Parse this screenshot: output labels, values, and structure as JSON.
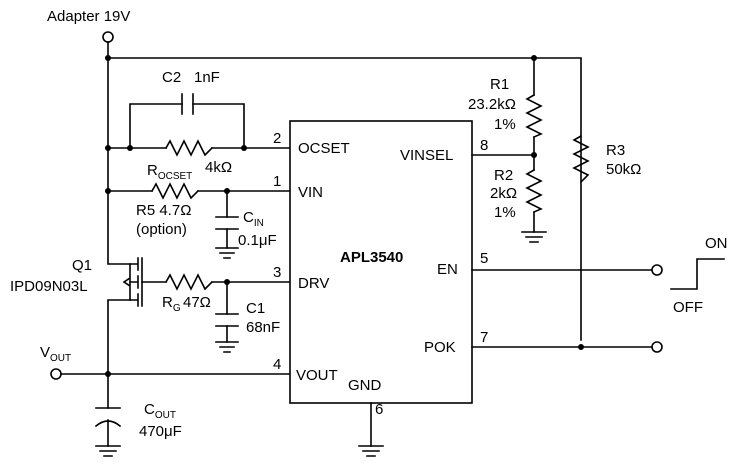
{
  "supply": {
    "label": "Adapter 19V"
  },
  "chip": {
    "name": "APL3540",
    "pins": {
      "ocset": {
        "name": "OCSET",
        "num": "2"
      },
      "vin": {
        "name": "VIN",
        "num": "1"
      },
      "drv": {
        "name": "DRV",
        "num": "3"
      },
      "vout": {
        "name": "VOUT",
        "num": "4"
      },
      "vinsel": {
        "name": "VINSEL",
        "num": "8"
      },
      "en": {
        "name": "EN",
        "num": "5"
      },
      "pok": {
        "name": "POK",
        "num": "7"
      },
      "gnd": {
        "name": "GND",
        "num": "6"
      }
    }
  },
  "components": {
    "c2": {
      "ref": "C2",
      "value": "1nF"
    },
    "rocset": {
      "ref_main": "R",
      "ref_sub": "OCSET",
      "value": "4kΩ"
    },
    "r5": {
      "ref_value": "R5 4.7Ω",
      "note": "(option)"
    },
    "cin": {
      "ref_main": "C",
      "ref_sub": "IN",
      "value": "0.1μF"
    },
    "q1": {
      "ref": "Q1",
      "part": "IPD09N03L"
    },
    "rg": {
      "ref_main": "R",
      "ref_sub": "G",
      "value": "47Ω"
    },
    "c1": {
      "ref": "C1",
      "value": "68nF"
    },
    "cout": {
      "ref_main": "C",
      "ref_sub": "OUT",
      "value": "470μF"
    },
    "r1": {
      "ref": "R1",
      "value": "23.2kΩ",
      "tol": "1%"
    },
    "r2": {
      "ref": "R2",
      "value": "2kΩ",
      "tol": "1%"
    },
    "r3": {
      "ref": "R3",
      "value": "50kΩ"
    }
  },
  "vout_label": {
    "main": "V",
    "sub": "OUT"
  },
  "switch": {
    "on": "ON",
    "off": "OFF"
  }
}
